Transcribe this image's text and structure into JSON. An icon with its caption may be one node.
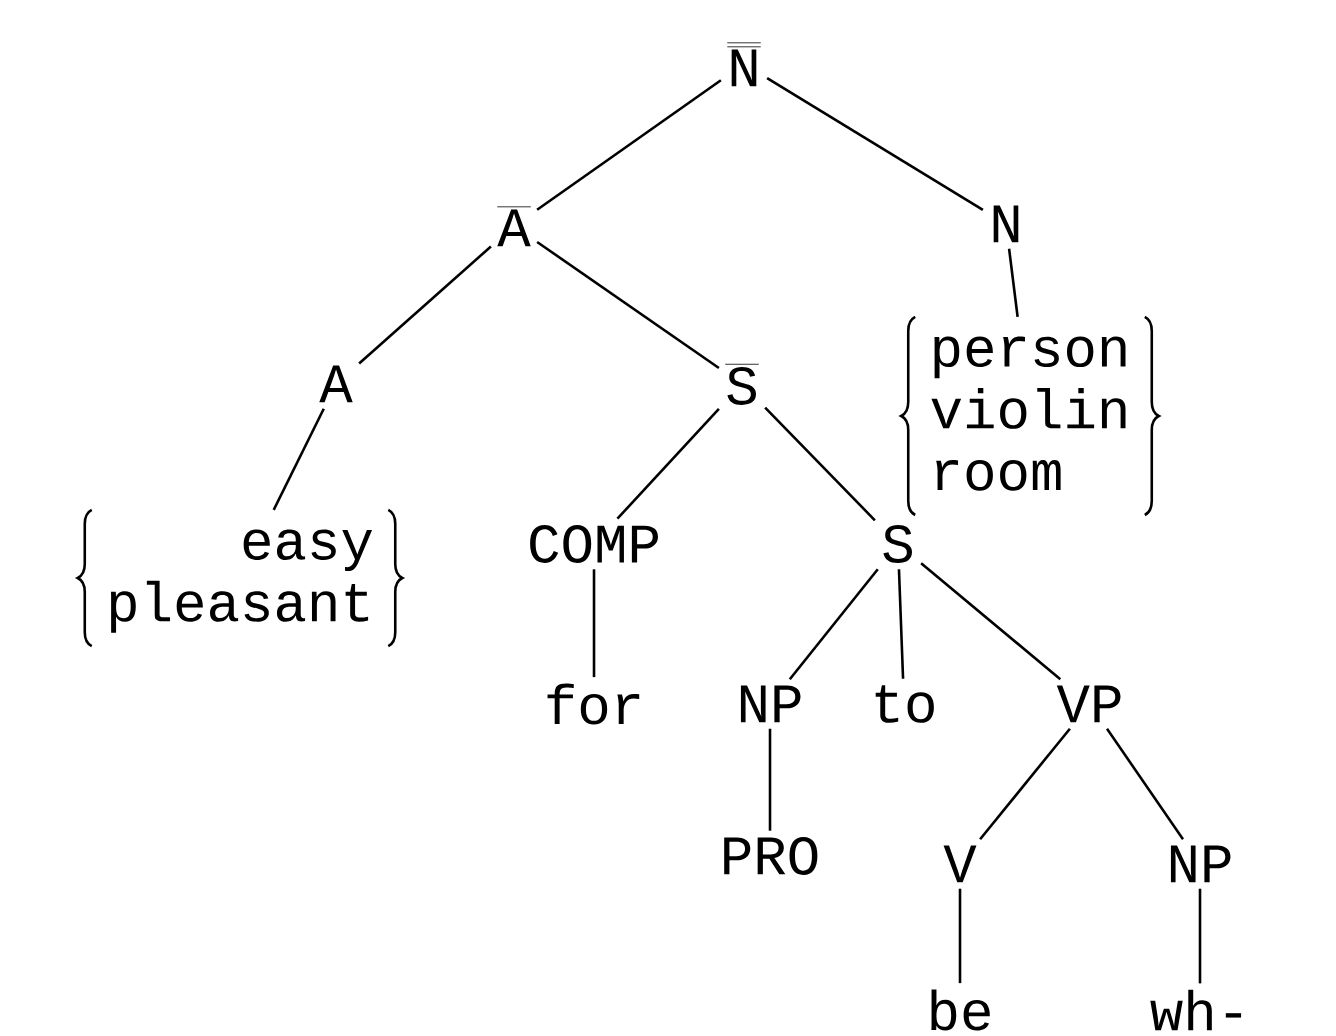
{
  "diagram": {
    "nodes": [
      {
        "text": [
          "\\overline{\\overline{\\mbox{N}}}"
        ]
      },
      {
        "text": [
          "\\overline{\\mbox{A}}"
        ]
      },
      {
        "text": [
          "N"
        ]
      },
      {
        "text": [
          "A"
        ]
      },
      {
        "text": [
          "\\overline{\\mbox{S}}"
        ]
      },
      {
        "text": [
          "person",
          "violin",
          "room"
        ]
      },
      {
        "text": [
          "easy",
          "pleasant"
        ]
      },
      {
        "text": [
          "COMP"
        ]
      },
      {
        "text": [
          "S"
        ]
      },
      {
        "text": [
          "for"
        ]
      },
      {
        "text": [
          "NP"
        ]
      },
      {
        "text": [
          "to"
        ]
      },
      {
        "text": [
          "VP"
        ]
      },
      {
        "text": [
          "PRO"
        ]
      },
      {
        "text": [
          "V"
        ]
      },
      {
        "text": [
          "NP"
        ]
      },
      {
        "text": [
          "be"
        ]
      },
      {
        "text": [
          "wh-"
        ]
      }
    ],
    "edges": [
      {
        "from": 0,
        "to": 1,
        "arrow": "none"
      },
      {
        "from": 0,
        "to": 2,
        "arrow": "none"
      },
      {
        "from": 1,
        "to": 3,
        "arrow": "none"
      },
      {
        "from": 1,
        "to": 4,
        "arrow": "none"
      },
      {
        "from": 2,
        "to": 5,
        "arrow": "none"
      },
      {
        "from": 3,
        "to": 6,
        "arrow": "none"
      },
      {
        "from": 4,
        "to": 7,
        "arrow": "none"
      },
      {
        "from": 4,
        "to": 8,
        "arrow": "none"
      },
      {
        "from": 7,
        "to": 9,
        "arrow": "none"
      },
      {
        "from": 8,
        "to": 10,
        "arrow": "none"
      },
      {
        "from": 8,
        "to": 11,
        "arrow": "none"
      },
      {
        "from": 8,
        "to": 12,
        "arrow": "none"
      },
      {
        "from": 10,
        "to": 13,
        "arrow": "none"
      },
      {
        "from": 12,
        "to": 14,
        "arrow": "none"
      },
      {
        "from": 12,
        "to": 15,
        "arrow": "none"
      },
      {
        "from": 14,
        "to": 16,
        "arrow": "none"
      },
      {
        "from": 15,
        "to": 17,
        "arrow": "none"
      }
    ]
  }
}
